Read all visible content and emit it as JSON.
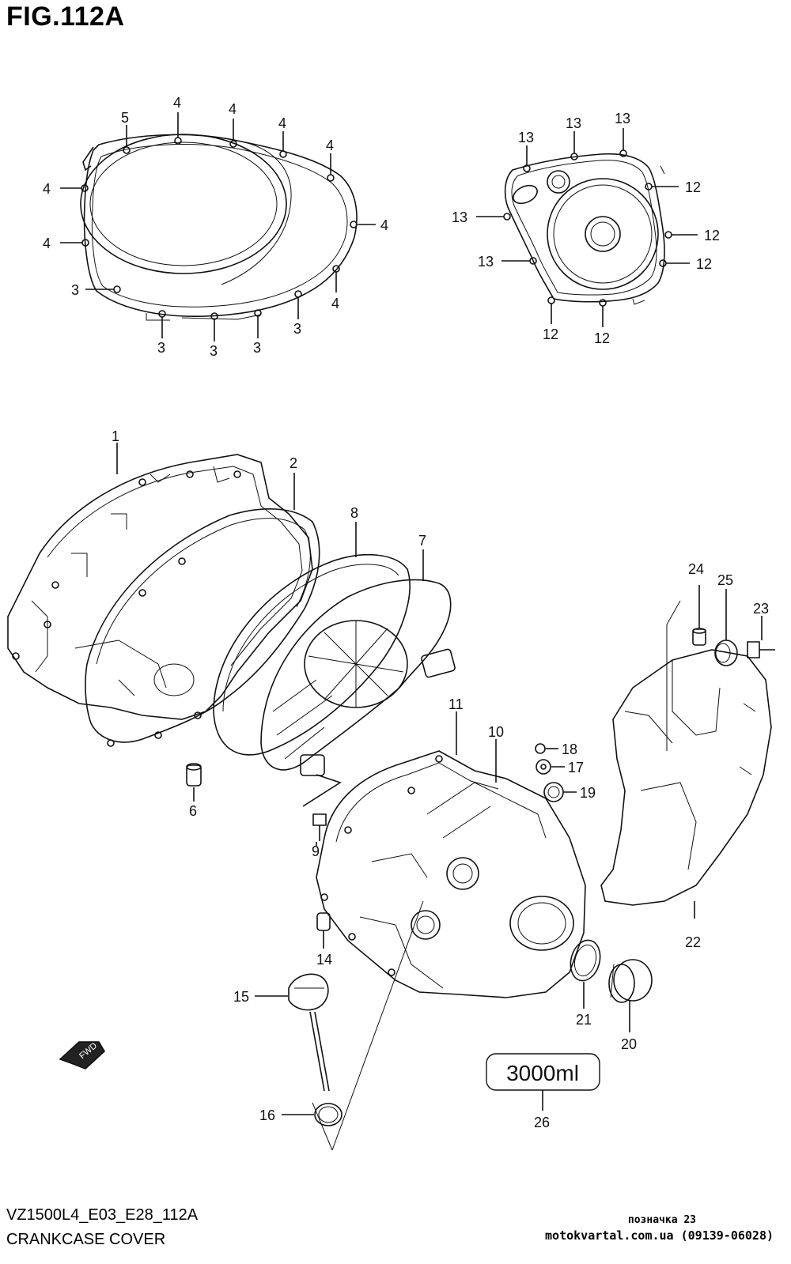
{
  "figure": {
    "title": "FIG.112A",
    "model_code": "VZ1500L4_E03_E28_112A",
    "section_name": "CRANKCASE COVER"
  },
  "watermark": {
    "note": "позначка 23",
    "site": "motokvartal.com.ua (09139-06028)"
  },
  "fwd_label": "FWD",
  "quantity_label": "3000ml",
  "callouts": {
    "c1": "1",
    "c2": "2",
    "c3": "3",
    "c4": "4",
    "c5": "5",
    "c6": "6",
    "c7": "7",
    "c8": "8",
    "c9": "9",
    "c10": "10",
    "c11": "11",
    "c12": "12",
    "c13": "13",
    "c14": "14",
    "c15": "15",
    "c16": "16",
    "c17": "17",
    "c18": "18",
    "c19": "19",
    "c20": "20",
    "c21": "21",
    "c22": "22",
    "c23": "23",
    "c24": "24",
    "c25": "25",
    "c26": "26"
  },
  "colors": {
    "ink": "#111111",
    "paper": "#ffffff"
  }
}
